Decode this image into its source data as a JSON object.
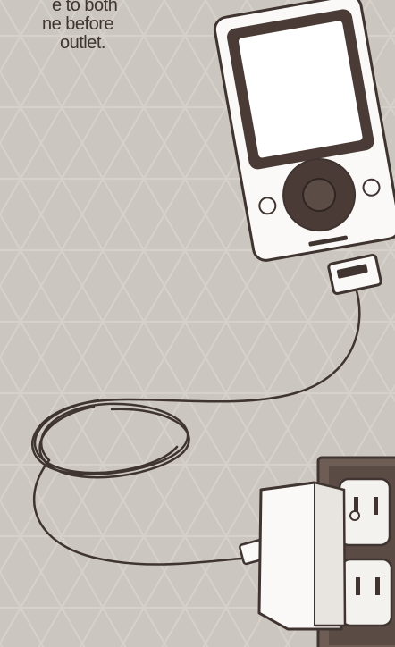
{
  "instruction": {
    "lines": [
      "e to both",
      "ne before",
      "outlet."
    ]
  },
  "colors": {
    "background": "#cbc6bf",
    "pattern": "#d8d3cc",
    "outline": "#3f3430",
    "device_body": "#faf9f7",
    "screen_frame": "#4a3b36",
    "screen": "#ffffff",
    "wheel": "#4a3b36",
    "wall_plate": "#6e5d55",
    "outlet": "#f4f2ef"
  },
  "icons": [
    "zune-player-icon",
    "usb-connector-icon",
    "cable-icon",
    "ac-adapter-icon",
    "wall-outlet-icon"
  ]
}
